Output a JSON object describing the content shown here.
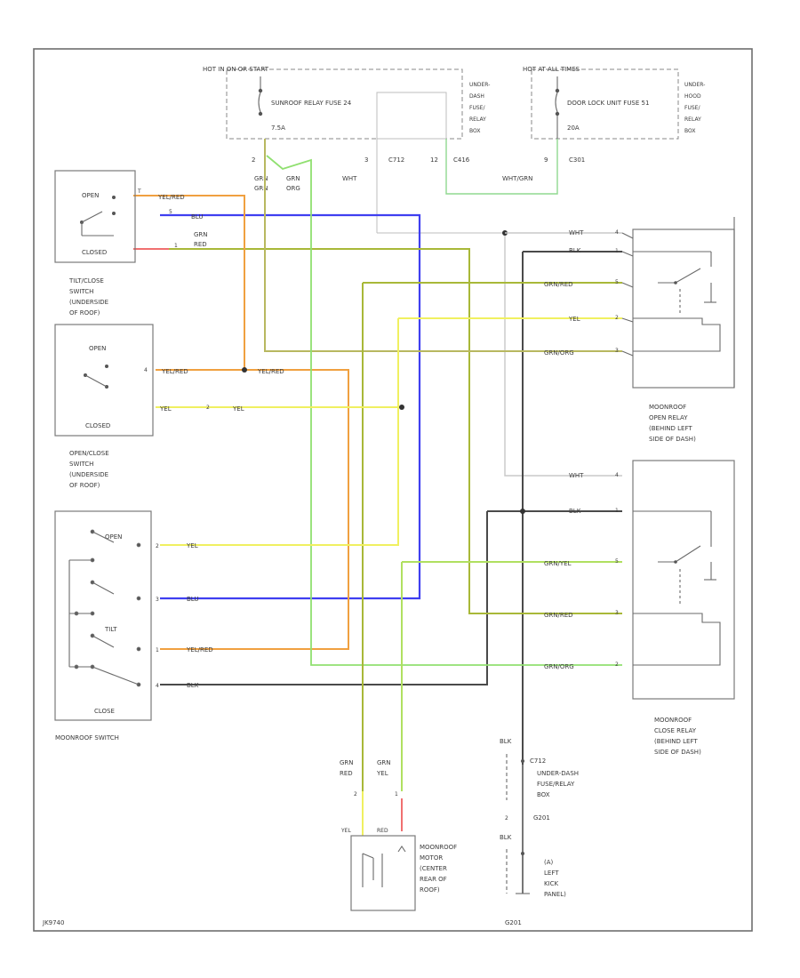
{
  "colors": {
    "wht": "#c8c8c8",
    "blk": "#4a4a4a",
    "blu": "#3f3ff0",
    "yel": "#f0f060",
    "yel_red": "#f0a040",
    "grn": "#90e070",
    "grn_red": "#a8b838",
    "grn_org": "#b8b860",
    "grn_yel": "#b0e060",
    "red": "#f07070",
    "wht_grn": "#90d890"
  },
  "fuse_boxes": {
    "left": {
      "header": "HOT IN ON OR START",
      "fuse_label": "SUNROOF RELAY FUSE 24",
      "fuse_rating": "7.5A",
      "box_label": [
        "UNDER-",
        "DASH",
        "FUSE/",
        "RELAY",
        "BOX"
      ]
    },
    "right": {
      "header": "HOT AT ALL TIMES",
      "fuse_label": "DOOR LOCK UNIT FUSE 51",
      "fuse_rating": "20A",
      "box_label": [
        "UNDER-",
        "HOOD",
        "FUSE/",
        "RELAY",
        "BOX"
      ]
    }
  },
  "connectors": {
    "c712": "C712",
    "c416": "C416",
    "c301": "C301",
    "pin2": "2",
    "pin3": "3",
    "pin12": "12",
    "pin9": "9"
  },
  "wire_labels": {
    "grn_grn": [
      "GRN",
      "GRN"
    ],
    "grn_org": [
      "GRN",
      "ORG"
    ],
    "wht": "WHT",
    "wht_grn": "WHT/GRN",
    "yel_red": "YEL/RED",
    "blu": "BLU",
    "grn_red_two": [
      "GRN",
      "RED"
    ],
    "blk": "BLK",
    "grn_red": "GRN/RED",
    "yel": "YEL",
    "grn_org_one": "GRN/ORG",
    "grn_yel": "GRN/YEL",
    "red": "RED"
  },
  "tilt_switch": {
    "open": "OPEN",
    "closed": "CLOSED",
    "title": [
      "TILT/CLOSE",
      "SWITCH",
      "(UNDERSIDE",
      "OF ROOF)"
    ],
    "pin_t_open": "T",
    "pin_t_blu": "5",
    "pin_t_closed": "1"
  },
  "open_close_switch": {
    "open": "OPEN",
    "closed": "CLOSED",
    "title": [
      "OPEN/CLOSE",
      "SWITCH",
      "(UNDERSIDE",
      "OF ROOF)"
    ],
    "pin_a": "4",
    "pin_b": "2"
  },
  "moonroof_switch": {
    "open": "OPEN",
    "tilt": "TILT",
    "close": "CLOSE",
    "title": "MOONROOF SWITCH",
    "pin_1": "1",
    "pin_2": "2",
    "pin_3": "3",
    "pin_4": "4"
  },
  "open_relay": {
    "title": [
      "MOONROOF",
      "OPEN RELAY",
      "(BEHIND LEFT",
      "SIDE OF DASH)"
    ],
    "pins": [
      "4",
      "1",
      "5",
      "2",
      "3"
    ]
  },
  "close_relay": {
    "title": [
      "MOONROOF",
      "CLOSE RELAY",
      "(BEHIND LEFT",
      "SIDE OF DASH)"
    ],
    "pins": [
      "4",
      "1",
      "5",
      "3",
      "2"
    ]
  },
  "motor": {
    "title": [
      "MOONROOF",
      "MOTOR",
      "(CENTER",
      "REAR OF",
      "ROOF)"
    ],
    "wire_a": [
      "GRN",
      "RED"
    ],
    "wire_b": [
      "GRN",
      "YEL"
    ],
    "pin_a": "2",
    "pin_b": "1",
    "lead_a": "YEL",
    "lead_b": "RED"
  },
  "ground": {
    "wire": "BLK",
    "connector": "C712",
    "box_label": [
      "UNDER-DASH",
      "FUSE/RELAY",
      "BOX"
    ],
    "g_label": "G201",
    "location": [
      "(A)",
      "LEFT",
      "KICK",
      "PANEL)"
    ],
    "pin": "2"
  },
  "footer": {
    "left": "JK9740",
    "right": "G201"
  }
}
